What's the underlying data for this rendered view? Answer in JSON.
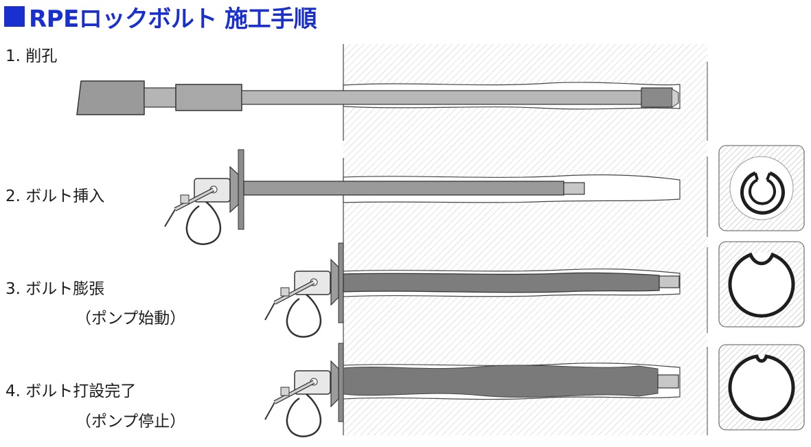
{
  "title": "RPEロックボルト 施工手順",
  "steps": [
    {
      "label": "1. 削孔",
      "sub": ""
    },
    {
      "label": "2. ボルト挿入",
      "sub": ""
    },
    {
      "label": "3. ボルト膨張",
      "sub": "（ポンプ始動）"
    },
    {
      "label": "4. ボルト打設完了",
      "sub": "（ポンプ停止）"
    }
  ],
  "colors": {
    "title": "#1a2fd0",
    "text": "#1c1c1c",
    "outline": "#333333",
    "grout": "#7a7a7a",
    "hatch": "#cfcfcf"
  }
}
